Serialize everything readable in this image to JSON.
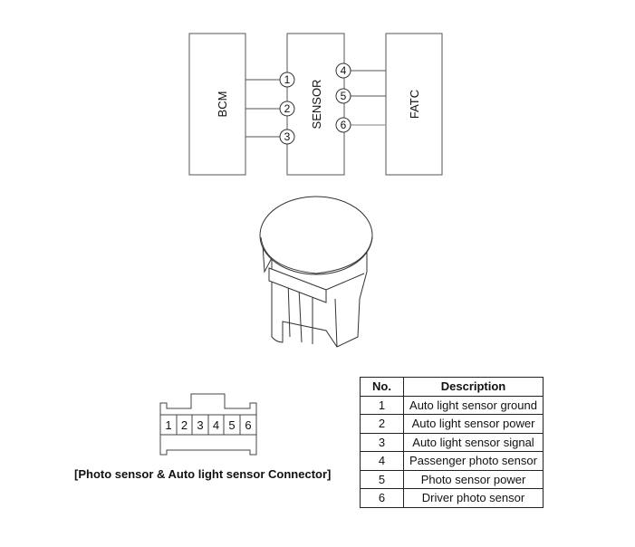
{
  "wiring": {
    "blocks": [
      "BCM",
      "SENSOR",
      "FATC"
    ],
    "left_pins": [
      "1",
      "2",
      "3"
    ],
    "right_pins": [
      "4",
      "5",
      "6"
    ]
  },
  "connector": {
    "pins": [
      "1",
      "2",
      "3",
      "4",
      "5",
      "6"
    ],
    "caption": "[Photo sensor & Auto light sensor Connector]"
  },
  "table": {
    "headers": [
      "No.",
      "Description"
    ],
    "rows": [
      {
        "no": "1",
        "desc": "Auto light sensor ground"
      },
      {
        "no": "2",
        "desc": "Auto light sensor power"
      },
      {
        "no": "3",
        "desc": "Auto light sensor signal"
      },
      {
        "no": "4",
        "desc": "Passenger photo sensor"
      },
      {
        "no": "5",
        "desc": "Photo sensor power"
      },
      {
        "no": "6",
        "desc": "Driver photo sensor"
      }
    ]
  }
}
